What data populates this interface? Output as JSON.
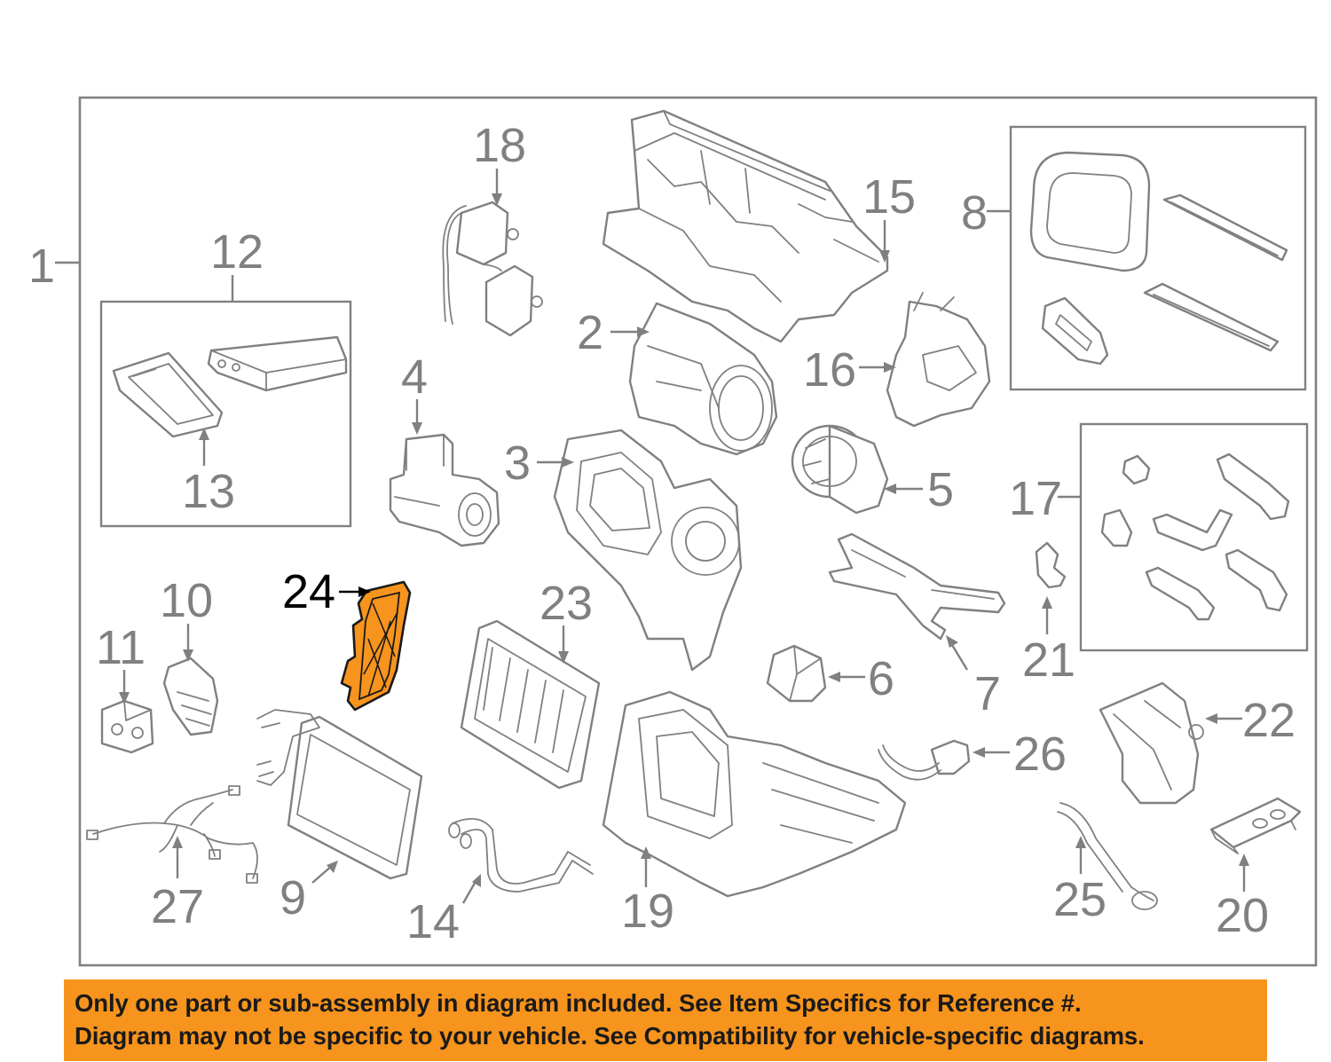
{
  "callouts": {
    "c1": "1",
    "c2": "2",
    "c3": "3",
    "c4": "4",
    "c5": "5",
    "c6": "6",
    "c7": "7",
    "c8": "8",
    "c9": "9",
    "c10": "10",
    "c11": "11",
    "c12": "12",
    "c13": "13",
    "c14": "14",
    "c15": "15",
    "c16": "16",
    "c17": "17",
    "c18": "18",
    "c19": "19",
    "c20": "20",
    "c21": "21",
    "c22": "22",
    "c23": "23",
    "c24": "24",
    "c25": "25",
    "c26": "26",
    "c27": "27"
  },
  "highlighted_part": "24",
  "colors": {
    "highlight_fill": "#f7941d",
    "banner_background": "#f7941d",
    "line_art": "#808080",
    "active_callout": "#000000"
  },
  "notice": {
    "line1": "Only one part or sub-assembly in diagram included. See Item Specifics for Reference #.",
    "line2": "Diagram may not be specific to your vehicle. See Compatibility for vehicle-specific diagrams."
  }
}
